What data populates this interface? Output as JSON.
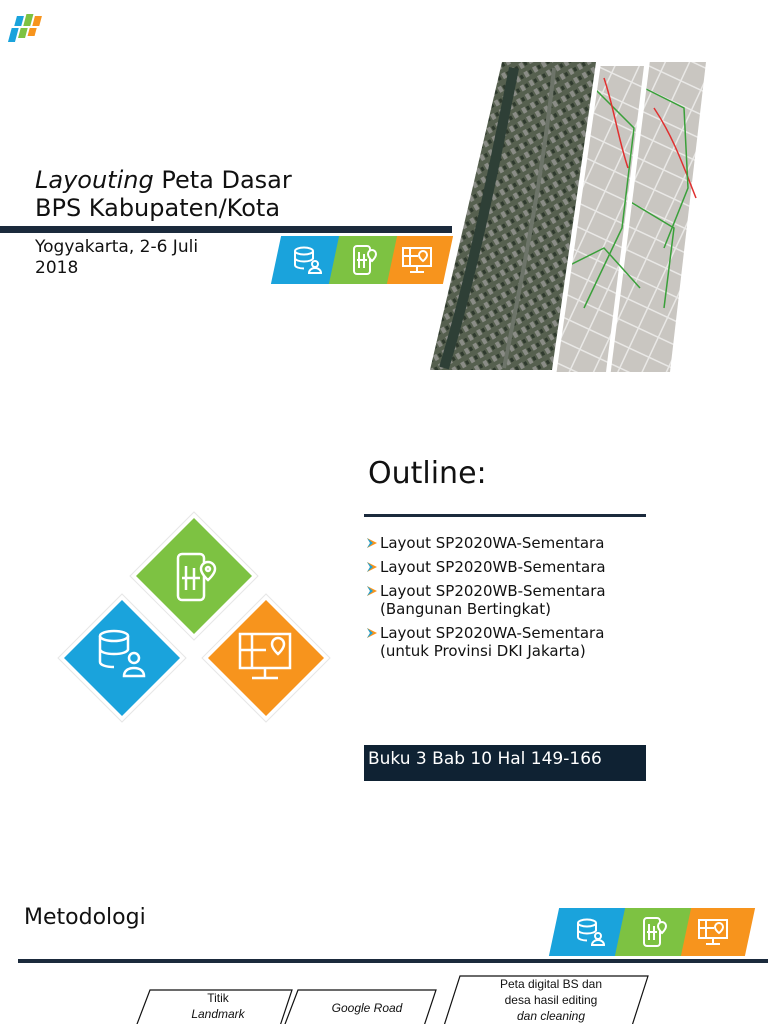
{
  "slide1": {
    "title_italic": "Layouting",
    "title_rest": " Peta Dasar",
    "title_line2": "BPS Kabupaten/Kota",
    "subtitle_line1": "Yogyakarta, 2-6 Juli",
    "subtitle_line2": "2018",
    "icons": [
      "database-user-icon",
      "mobile-map-icon",
      "map-display-icon"
    ],
    "colors": {
      "blue": "#1aa3dc",
      "green": "#7dc242",
      "orange": "#f7941d",
      "navy": "#1b2a3c"
    }
  },
  "slide2": {
    "title": "Outline:",
    "items": [
      {
        "line1": "Layout SP2020WA-Sementara",
        "line2": ""
      },
      {
        "line1": "Layout SP2020WB-Sementara",
        "line2": ""
      },
      {
        "line1": "Layout SP2020WB-Sementara",
        "line2": "(Bangunan Bertingkat)"
      },
      {
        "line1": "Layout SP2020WA-Sementara",
        "line2": "(untuk Provinsi DKI Jakarta)"
      }
    ],
    "reference": "Buku 3 Bab 10 Hal 149-166"
  },
  "slide3": {
    "title": "Metodologi",
    "boxes": [
      {
        "line1": "Titik",
        "line2": "Landmark",
        "line3": ""
      },
      {
        "line1": "Google Road",
        "line2": "",
        "line3": ""
      },
      {
        "line1": "Peta digital BS dan",
        "line2": "desa hasil editing",
        "line3": "dan cleaning"
      }
    ]
  }
}
